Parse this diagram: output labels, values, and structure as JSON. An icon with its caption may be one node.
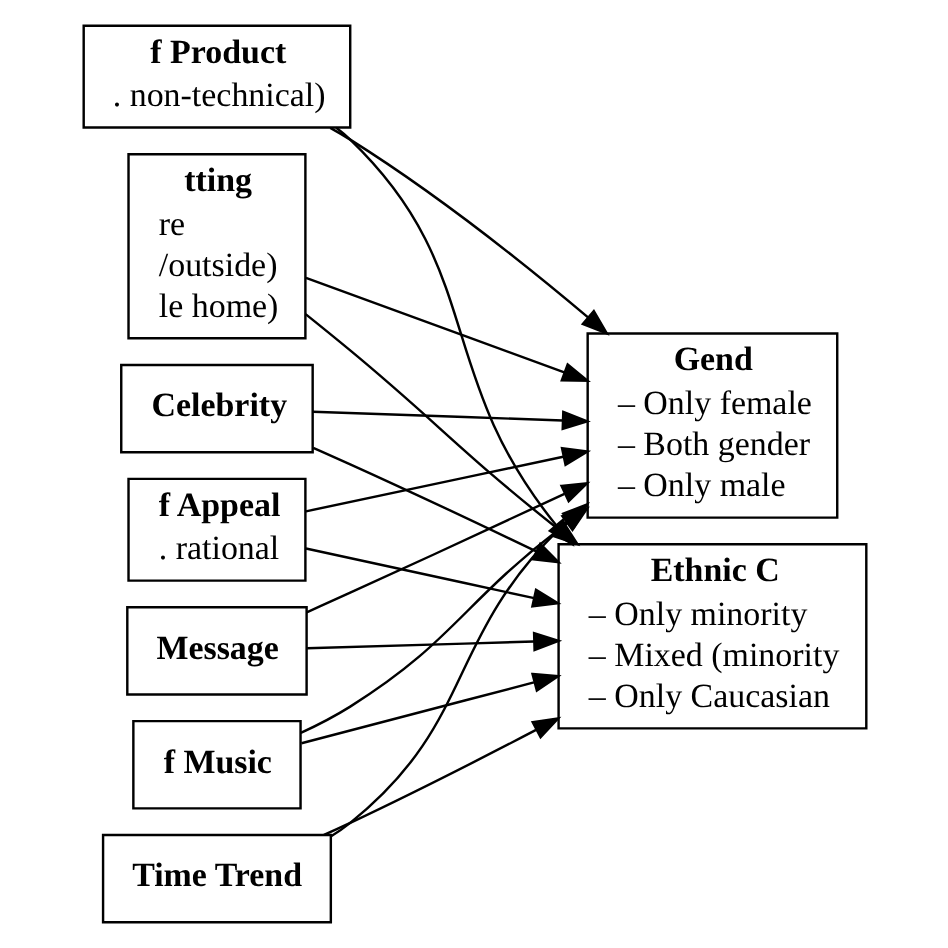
{
  "diagram": {
    "nodes": [
      {
        "text": [
          "Time Trend"
        ]
      },
      {
        "text": [
          "f Product",
          ". non-technical)"
        ]
      },
      {
        "text": [
          "tting",
          "re",
          "/outside)",
          "le home)"
        ]
      },
      {
        "text": [
          "Celebrity"
        ]
      },
      {
        "text": [
          "f Appeal",
          ". rational"
        ]
      },
      {
        "text": [
          "Message"
        ]
      },
      {
        "text": [
          "f Music"
        ]
      },
      {
        "text": [
          "Gend",
          "– Only female",
          "– Both gender",
          "– Only male"
        ]
      },
      {
        "text": [
          "Ethnic C",
          "– Only minority",
          "– Mixed (minority",
          "– Only Caucasian"
        ]
      }
    ],
    "edges": [
      {
        "from": 0,
        "to": 7,
        "arrow": "to"
      },
      {
        "from": 0,
        "to": 8,
        "arrow": "to"
      },
      {
        "from": 1,
        "to": 7,
        "arrow": "to"
      },
      {
        "from": 1,
        "to": 8,
        "arrow": "to"
      },
      {
        "from": 2,
        "to": 7,
        "arrow": "to"
      },
      {
        "from": 2,
        "to": 8,
        "arrow": "to"
      },
      {
        "from": 3,
        "to": 7,
        "arrow": "to"
      },
      {
        "from": 3,
        "to": 8,
        "arrow": "to"
      },
      {
        "from": 4,
        "to": 7,
        "arrow": "to"
      },
      {
        "from": 4,
        "to": 8,
        "arrow": "to"
      },
      {
        "from": 5,
        "to": 7,
        "arrow": "to"
      },
      {
        "from": 5,
        "to": 8,
        "arrow": "to"
      },
      {
        "from": 6,
        "to": 7,
        "arrow": "to"
      },
      {
        "from": 6,
        "to": 8,
        "arrow": "to"
      }
    ]
  }
}
